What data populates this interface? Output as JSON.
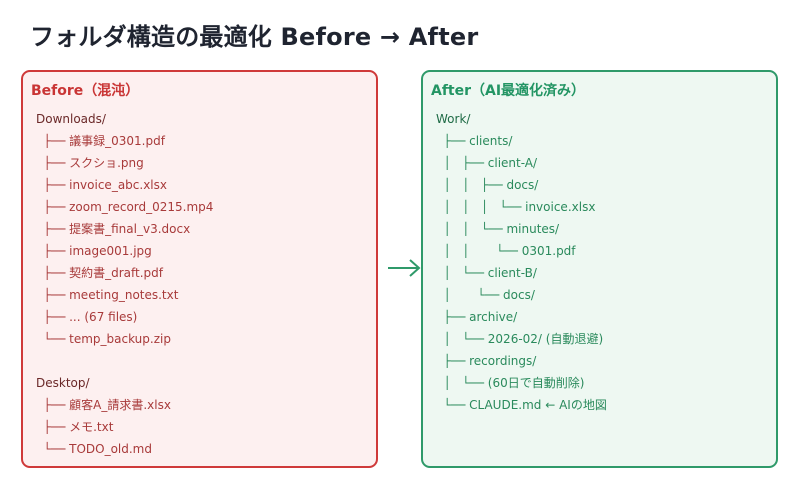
{
  "title": "フォルダ構造の最適化 Before → After",
  "before": {
    "heading": "Before（混沌）",
    "lines": [
      {
        "text": "Downloads/",
        "root": true
      },
      {
        "text": "  ├── 議事録_0301.pdf"
      },
      {
        "text": "  ├── スクショ.png"
      },
      {
        "text": "  ├── invoice_abc.xlsx"
      },
      {
        "text": "  ├── zoom_record_0215.mp4"
      },
      {
        "text": "  ├── 提案書_final_v3.docx"
      },
      {
        "text": "  ├── image001.jpg"
      },
      {
        "text": "  ├── 契約書_draft.pdf"
      },
      {
        "text": "  ├── meeting_notes.txt"
      },
      {
        "text": "  ├── ... (67 files)"
      },
      {
        "text": "  └── temp_backup.zip"
      },
      {
        "text": "",
        "spacer": true
      },
      {
        "text": "Desktop/",
        "root": true
      },
      {
        "text": "  ├── 顧客A_請求書.xlsx"
      },
      {
        "text": "  ├── メモ.txt"
      },
      {
        "text": "  └── TODO_old.md"
      }
    ]
  },
  "after": {
    "heading": "After（AI最適化済み）",
    "lines": [
      {
        "text": "Work/",
        "root": true
      },
      {
        "text": "  ├── clients/"
      },
      {
        "text": "  │   ├── client-A/"
      },
      {
        "text": "  │   │   ├── docs/"
      },
      {
        "text": "  │   │   │   └── invoice.xlsx"
      },
      {
        "text": "  │   │   └── minutes/"
      },
      {
        "text": "  │   │       └── 0301.pdf"
      },
      {
        "text": "  │   └── client-B/"
      },
      {
        "text": "  │       └── docs/"
      },
      {
        "text": "  ├── archive/"
      },
      {
        "text": "  │   └── 2026-02/ (自動退避)"
      },
      {
        "text": "  ├── recordings/"
      },
      {
        "text": "  │   └── (60日で自動削除)"
      },
      {
        "text": "  └── CLAUDE.md ← AIの地図"
      }
    ]
  },
  "colors": {
    "before_border": "#cf3a3a",
    "before_fill": "#fdf0f0",
    "after_border": "#2f9a6a",
    "after_fill": "#eef8f2",
    "arrow": "#2f9a6a"
  }
}
